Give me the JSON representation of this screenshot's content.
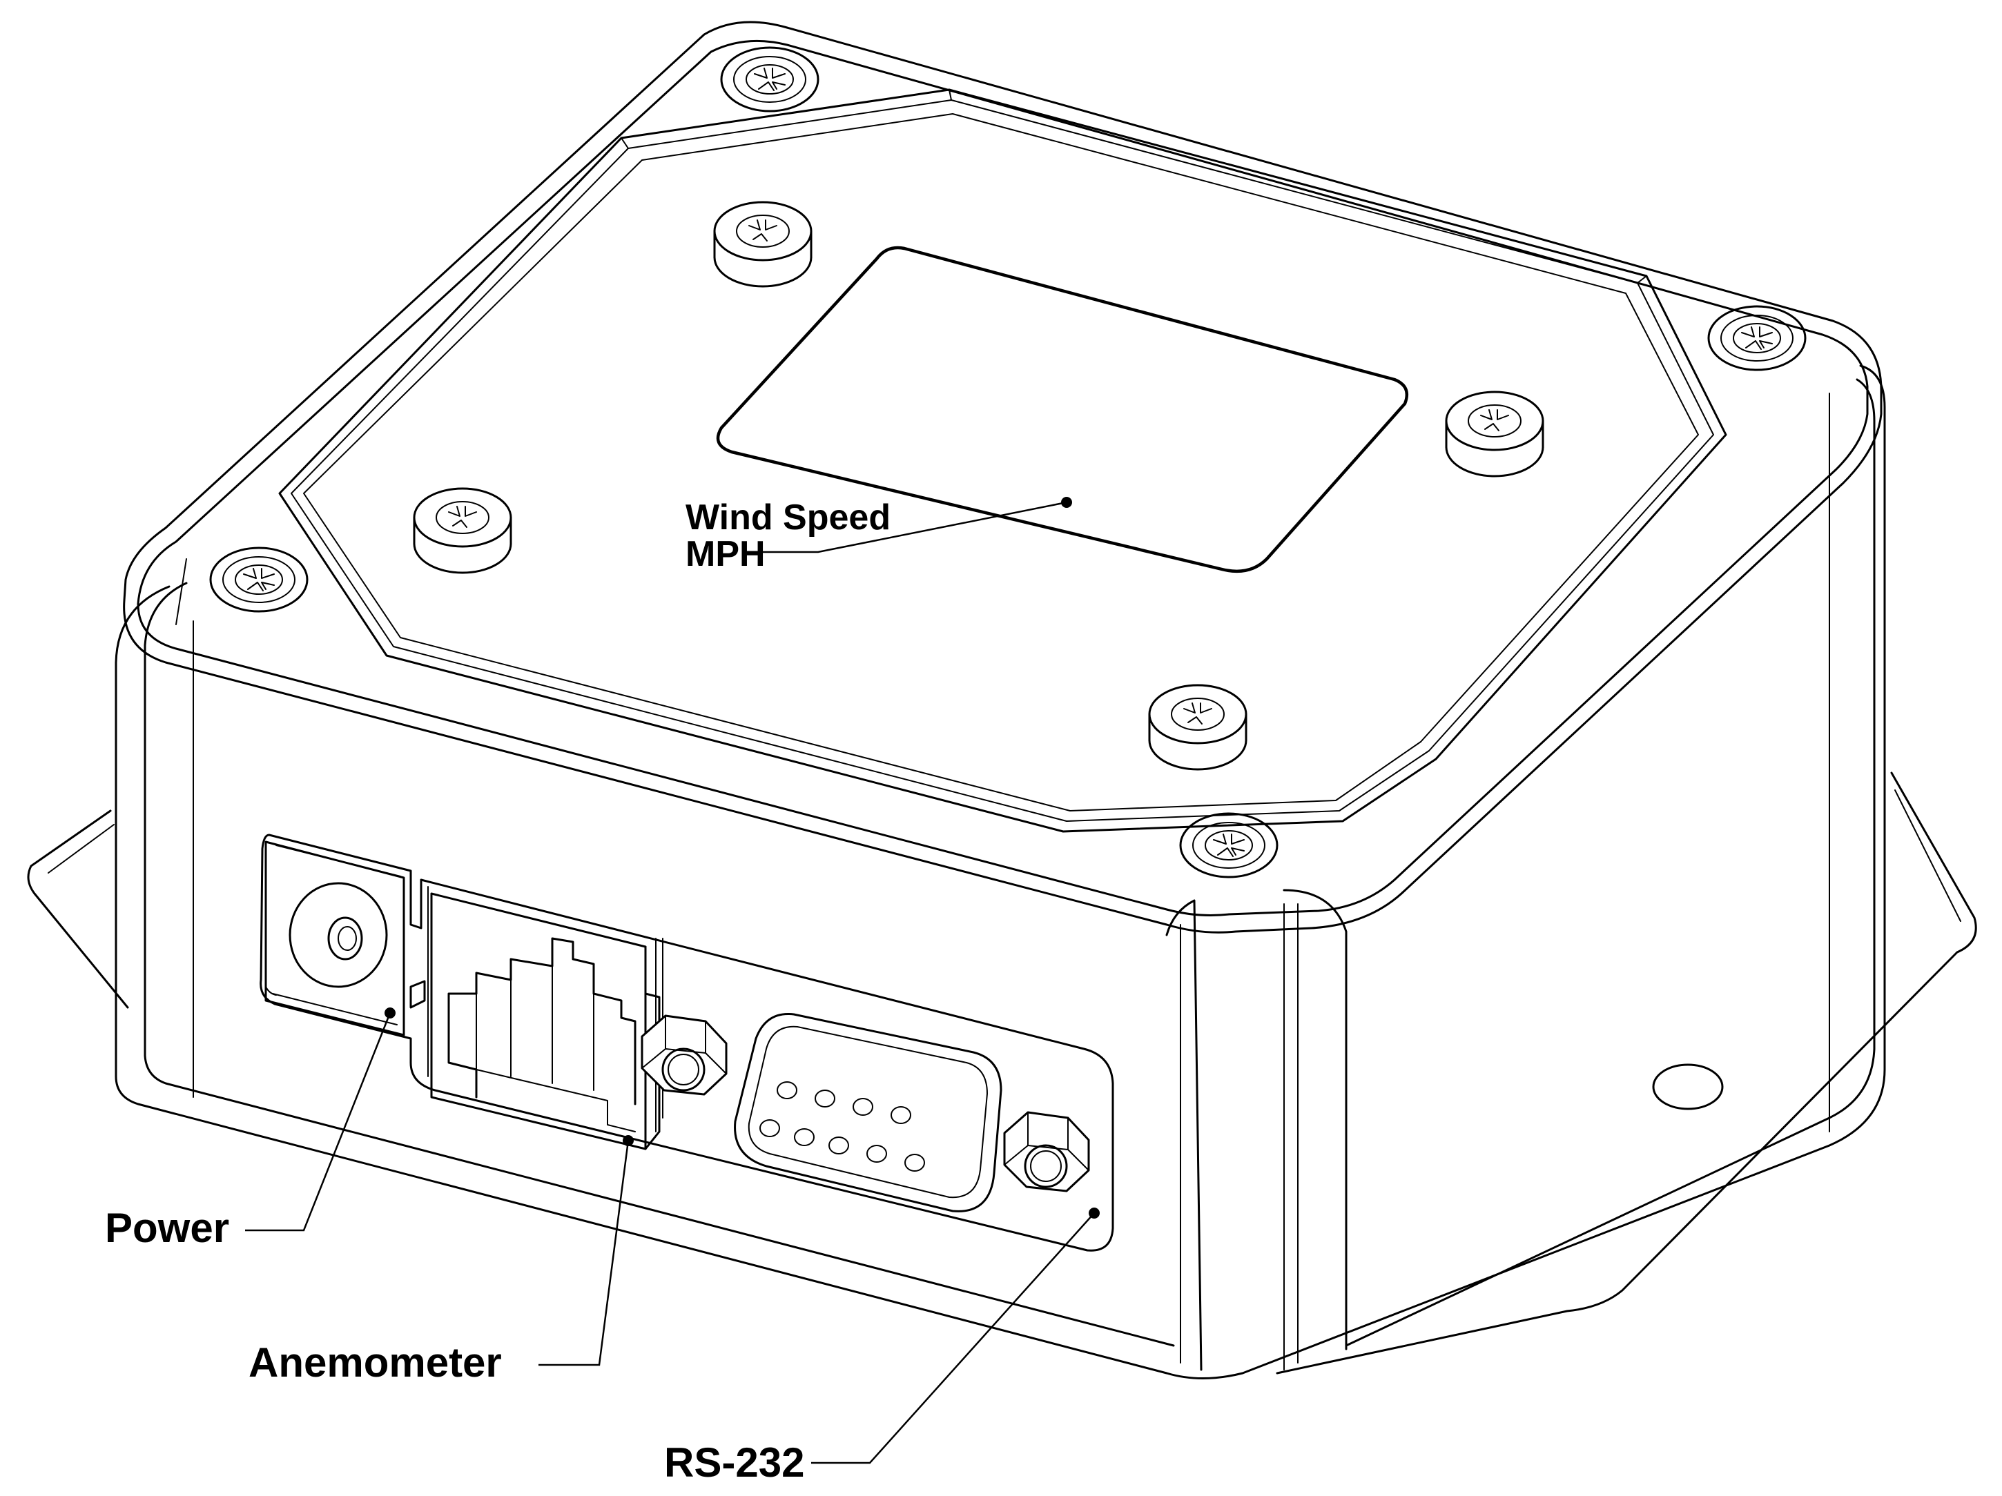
{
  "labels": {
    "display": [
      "Wind Speed",
      "MPH"
    ],
    "power": "Power",
    "anemometer": "Anemometer",
    "rs232": "RS-232"
  },
  "icons": {
    "screw": "phillips-screw-icon"
  },
  "colors": {
    "line": "#000000",
    "background": "#ffffff"
  }
}
